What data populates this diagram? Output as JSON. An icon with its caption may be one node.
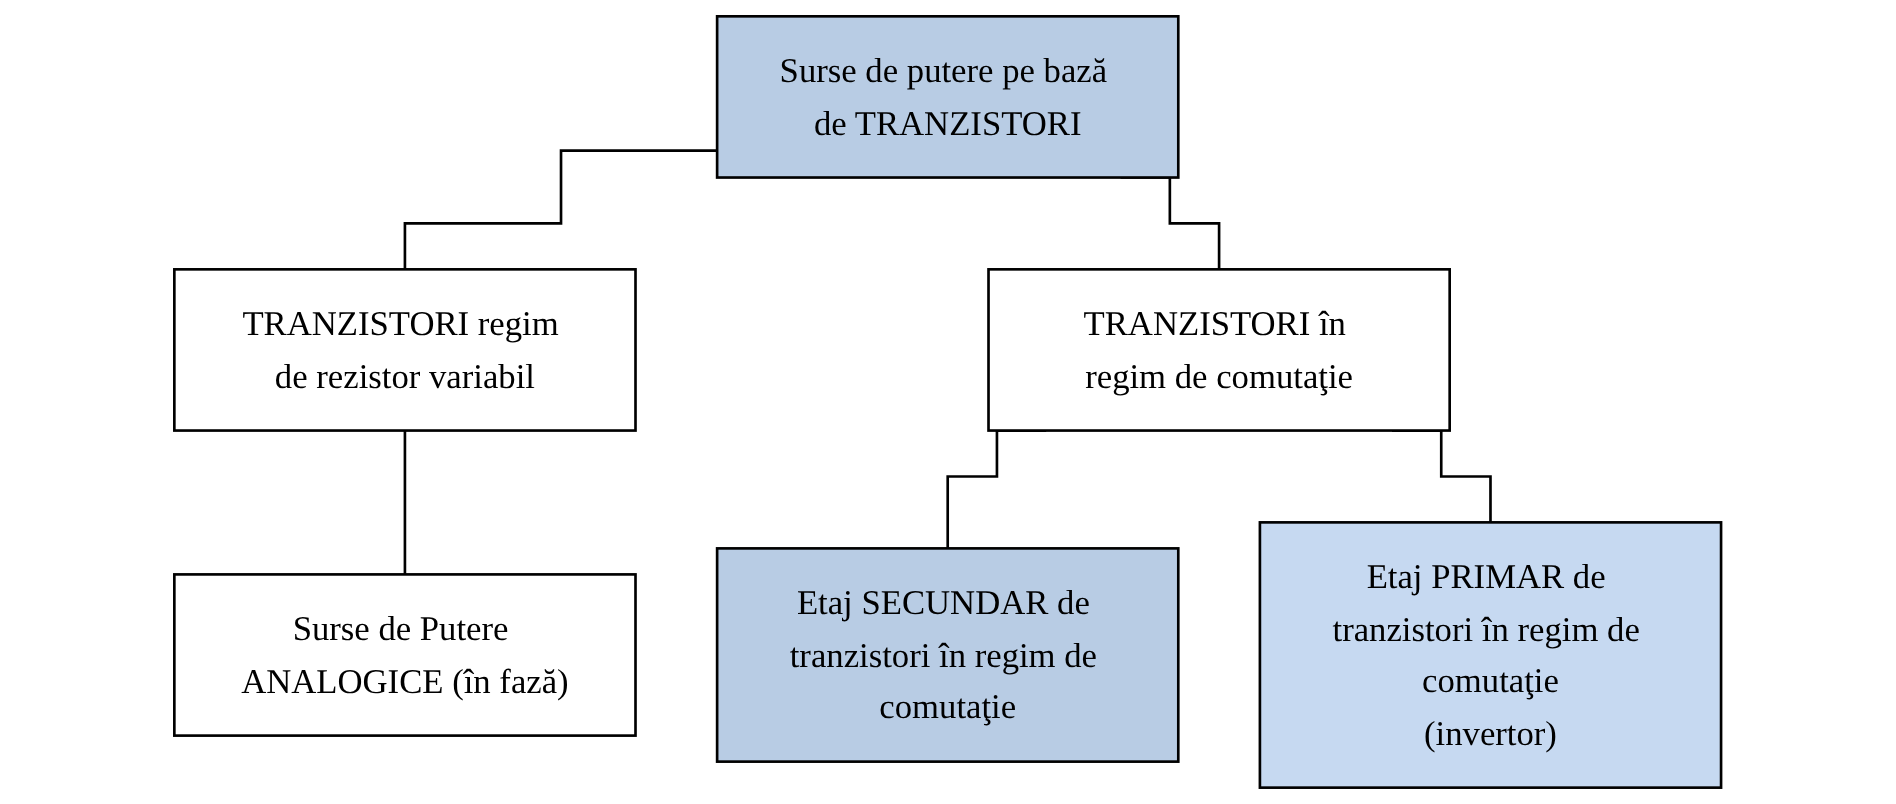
{
  "diagram": {
    "nodes": [
      {
        "text": [
          "Surse de putere pe bază de TRANZISTORI"
        ]
      },
      {
        "text": [
          "TRANZISTORI regim de rezistor variabil"
        ]
      },
      {
        "text": [
          "TRANZISTORI în regim de comutaţie"
        ]
      },
      {
        "text": [
          "Surse de Putere ANALOGICE (în fază)"
        ]
      },
      {
        "text": [
          "Etaj SECUNDAR de tranzistori în regim de comutaţie"
        ]
      },
      {
        "text": [
          "Etaj PRIMAR de tranzistori în regim de comutaţie",
          "(invertor)"
        ]
      }
    ],
    "edges": [
      {
        "from": 0,
        "to": 1,
        "arrow": "none"
      },
      {
        "from": 0,
        "to": 2,
        "arrow": "none"
      },
      {
        "from": 1,
        "to": 3,
        "arrow": "none"
      },
      {
        "from": 2,
        "to": 4,
        "arrow": "none"
      },
      {
        "from": 2,
        "to": 5,
        "arrow": "none"
      }
    ]
  }
}
